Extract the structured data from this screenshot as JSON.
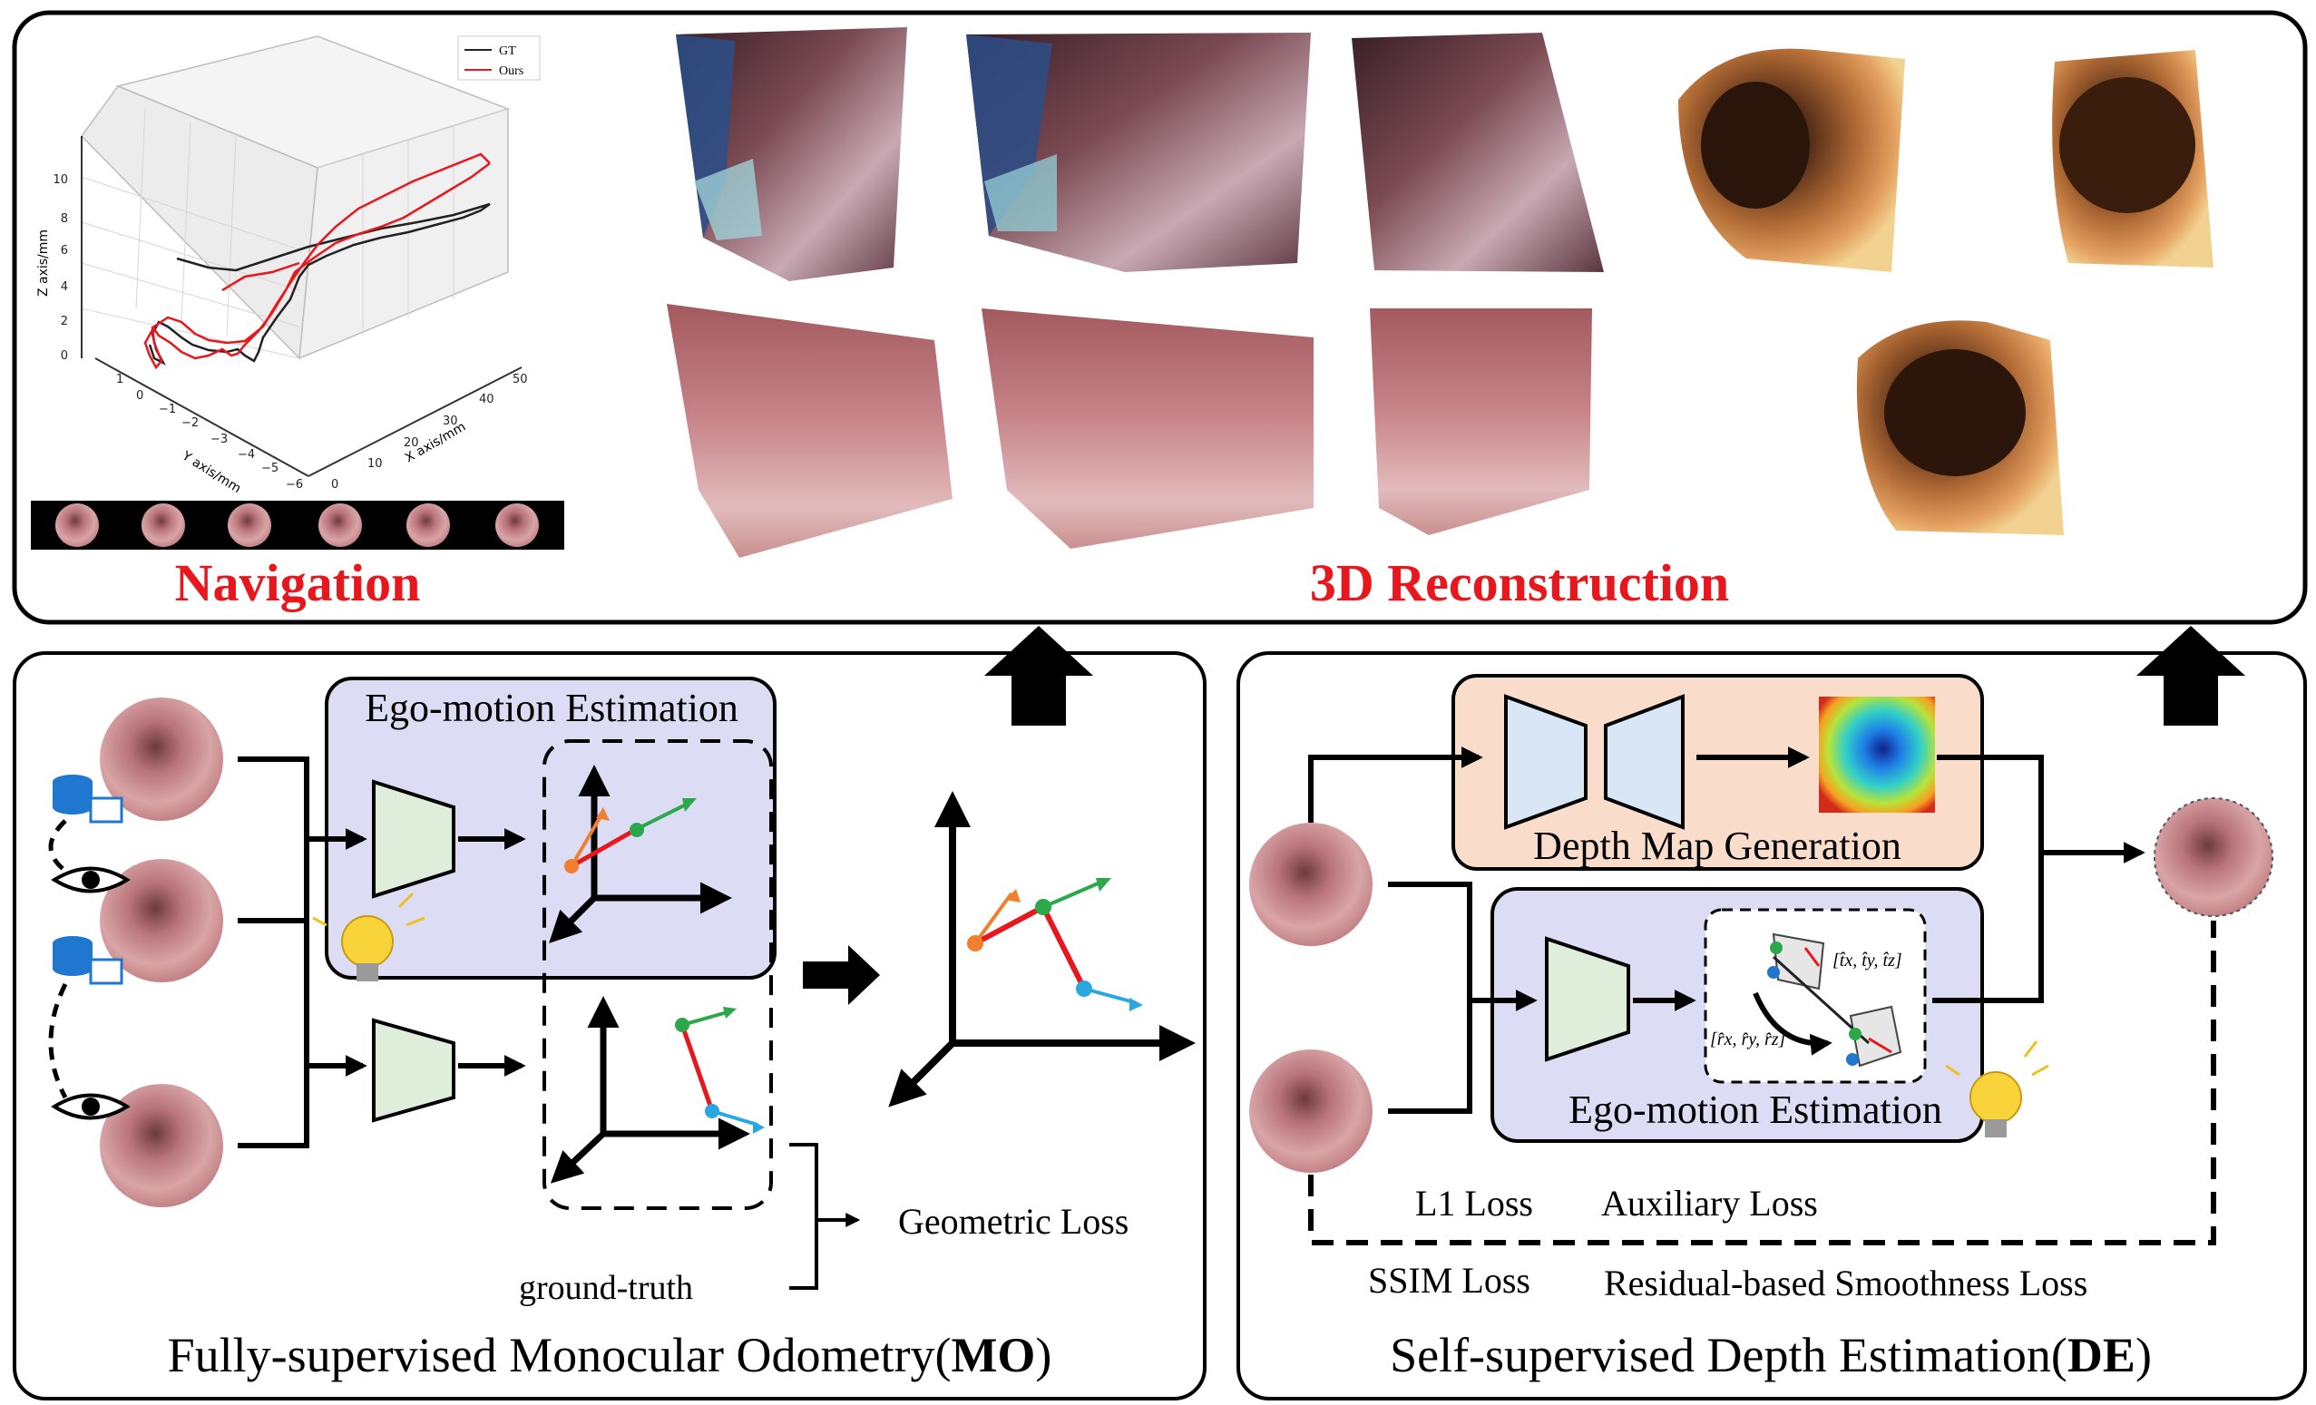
{
  "top_panel": {
    "navigation_label": "Navigation",
    "reconstruction_label": "3D Reconstruction",
    "plot": {
      "legend": [
        "GT",
        "Ours"
      ],
      "z_axis_label": "Z axis/mm",
      "y_axis_label": "Y axis/mm",
      "x_axis_label": "X axis/mm",
      "z_ticks": [
        "10",
        "8",
        "6",
        "4",
        "2",
        "0"
      ],
      "y_ticks": [
        "1",
        "0",
        "−1",
        "−2",
        "−3",
        "−4",
        "−5",
        "−6"
      ],
      "x_ticks": [
        "0",
        "10",
        "20",
        "30",
        "40",
        "50"
      ]
    }
  },
  "mo_panel": {
    "ego_motion_title": "Ego-motion Estimation",
    "geometric_loss": "Geometric Loss",
    "ground_truth": "ground-truth",
    "title_prefix": "Fully-supervised Monocular Odometry(",
    "title_bold": "MO",
    "title_suffix": ")"
  },
  "de_panel": {
    "depth_map_generation": "Depth Map Generation",
    "ego_motion_title": "Ego-motion Estimation",
    "pose_label_top": "[t̂x, t̂y, t̂z]",
    "pose_label_bottom": "[r̂x, r̂y, r̂z]",
    "l1_loss": "L1 Loss",
    "auxiliary_loss": "Auxiliary Loss",
    "ssim_loss": "SSIM Loss",
    "smoothness_loss": "Residual-based Smoothness Loss",
    "title_prefix": "Self-supervised Depth Estimation(",
    "title_bold": "DE",
    "title_suffix": ")"
  },
  "colors": {
    "highlight_red": "#e8171d",
    "ego_box_fill": "#dcdcf5",
    "depth_box_fill": "#f9dcc9",
    "encoder_fill": "#dfeedb",
    "depth_net_fill": "#d8e6f5",
    "gt_line": "#222222",
    "ours_line": "#e8171d"
  }
}
